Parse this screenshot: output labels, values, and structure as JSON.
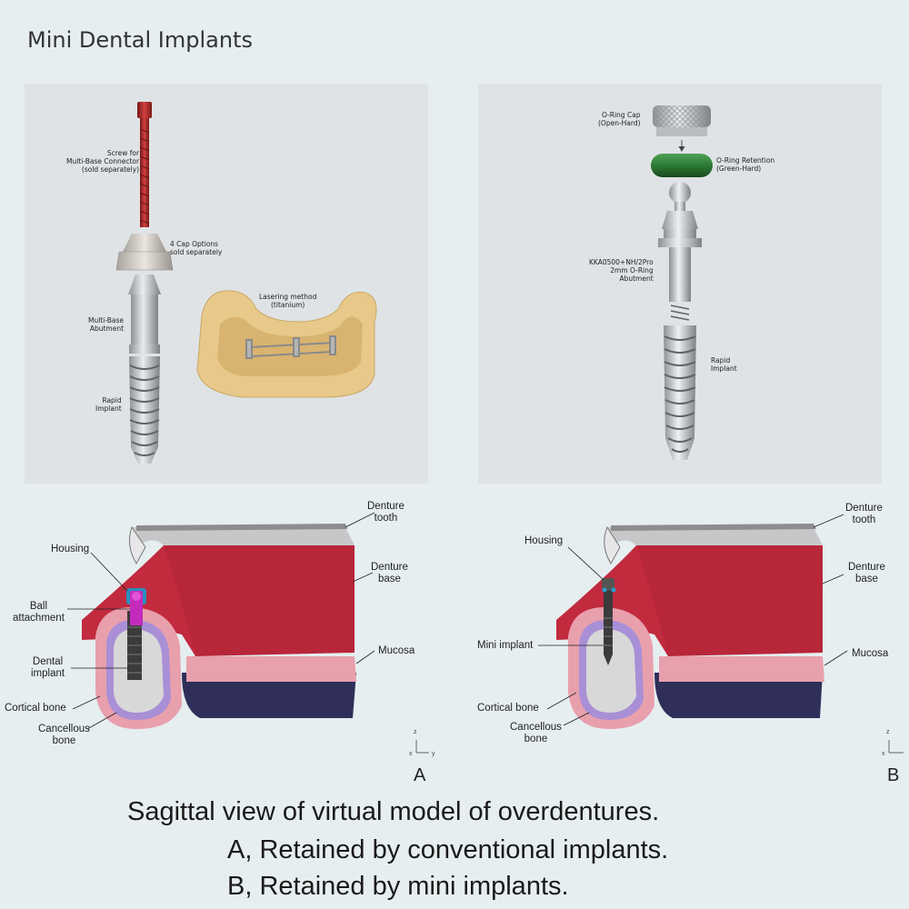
{
  "page_title": "Mini Dental Implants",
  "panel_left": {
    "screw_label": [
      "Screw for",
      "Multi-Base Connector",
      "(sold separately)"
    ],
    "cap_label": [
      "4 Cap Options",
      "sold separately"
    ],
    "lasering_label": [
      "Lasering method",
      "(titanium)"
    ],
    "abutment_label": [
      "Multi-Base",
      "Abutment"
    ],
    "implant_label": [
      "Rapid",
      "Implant"
    ]
  },
  "panel_right": {
    "oring_cap_label": [
      "O-Ring Cap",
      "(Open-Hard)"
    ],
    "oring_retention_label": [
      "O-Ring Retention",
      "(Green-Hard)"
    ],
    "abutment_label": [
      "KKA0500+NH/2Pro",
      "2mm O-Ring",
      "Abutment"
    ],
    "implant_label": [
      "Rapid",
      "Implant"
    ]
  },
  "diagram_a": {
    "denture_tooth": [
      "Denture",
      "tooth"
    ],
    "denture_base": [
      "Denture",
      "base"
    ],
    "mucosa": "Mucosa",
    "housing": "Housing",
    "ball_attachment": [
      "Ball",
      "attachment"
    ],
    "dental_implant": [
      "Dental",
      "implant"
    ],
    "cortical_bone": "Cortical bone",
    "cancellous_bone": [
      "Cancellous",
      "bone"
    ],
    "axis_z": "z",
    "axis_x": "x",
    "axis_y": "y",
    "letter": "A"
  },
  "diagram_b": {
    "denture_tooth": [
      "Denture",
      "tooth"
    ],
    "denture_base": [
      "Denture",
      "base"
    ],
    "mucosa": "Mucosa",
    "housing": "Housing",
    "mini_implant": "Mini implant",
    "cortical_bone": "Cortical bone",
    "cancellous_bone": [
      "Cancellous",
      "bone"
    ],
    "axis_z": "z",
    "axis_x": "x",
    "letter": "B"
  },
  "caption": {
    "line1": "Sagittal view of virtual model of overdentures.",
    "line2": "A, Retained by conventional implants.",
    "line3": "B, Retained by mini implants."
  },
  "colors": {
    "background": "#e6eef0",
    "denture_base": "#b8263a",
    "mucosa": "#e8a0ac",
    "cortical_bone": "#a98fd6",
    "cancellous_bone": "#d8d8d8",
    "oring_green": "#2d7a34",
    "screw_red": "#b02a2a",
    "model_yellow": "#e8c98a"
  }
}
